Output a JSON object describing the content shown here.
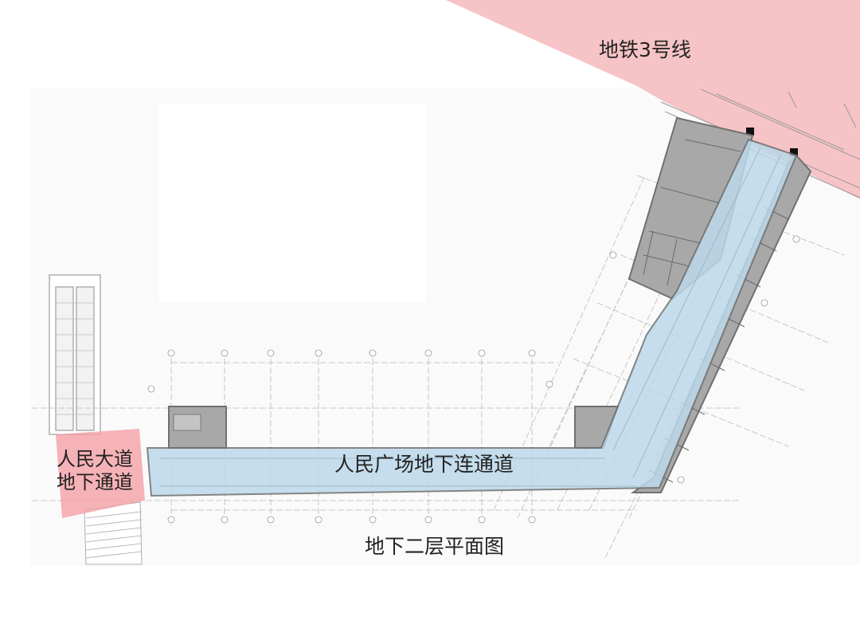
{
  "labels": {
    "metro_line": "地铁3号线",
    "renmin_line1": "人民大道",
    "renmin_line2": "地下通道",
    "connector": "人民广场地下连通道",
    "caption": "地下二层平面图"
  },
  "colors": {
    "background": "#ffffff",
    "metro_band": "#f5b8bc",
    "passage_fill": "#bcd9ea",
    "room_fill": "#a8a8a8",
    "wall": "#707070",
    "drawing_line": "#9a9a9a",
    "highlight_red": "#f4a0a6",
    "text": "#222222"
  }
}
